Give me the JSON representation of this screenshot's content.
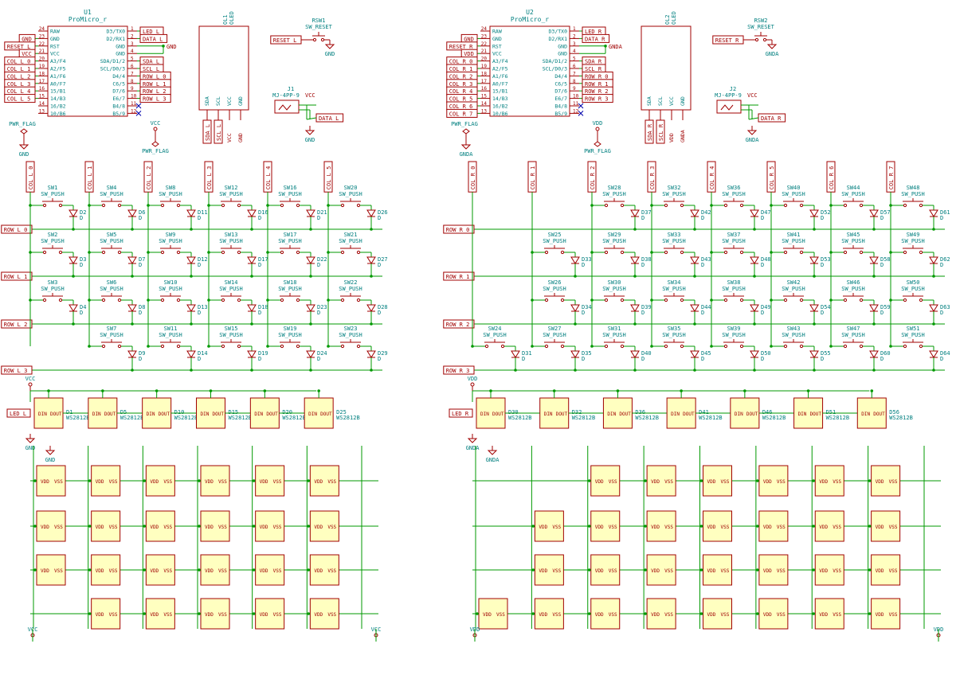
{
  "colors": {
    "wire": "#009900",
    "component": "#a00000",
    "label": "#007f7f",
    "led_fill": "#ffffc0",
    "paper": "#ffffff",
    "power": "#a00000"
  },
  "left": {
    "mcu": {
      "ref": "U1",
      "value": "ProMicro_r",
      "left_pins": [
        {
          "num": "24",
          "name": "RAW"
        },
        {
          "num": "23",
          "name": "GND"
        },
        {
          "num": "22",
          "name": "RST"
        },
        {
          "num": "21",
          "name": "VCC"
        },
        {
          "num": "20",
          "name": "A3/F4"
        },
        {
          "num": "19",
          "name": "A2/F5"
        },
        {
          "num": "18",
          "name": "A1/F6"
        },
        {
          "num": "17",
          "name": "A0/F7"
        },
        {
          "num": "16",
          "name": "15/B1"
        },
        {
          "num": "15",
          "name": "14/B3"
        },
        {
          "num": "14",
          "name": "16/B2"
        },
        {
          "num": "13",
          "name": "10/B6"
        }
      ],
      "right_pins": [
        {
          "num": "1",
          "name": "D3/TX0"
        },
        {
          "num": "2",
          "name": "D2/RX1"
        },
        {
          "num": "3",
          "name": "GND"
        },
        {
          "num": "4",
          "name": "GND"
        },
        {
          "num": "5",
          "name": "SDA/D1/2"
        },
        {
          "num": "6",
          "name": "SCL/D0/3"
        },
        {
          "num": "7",
          "name": "D4/4"
        },
        {
          "num": "8",
          "name": "C6/5"
        },
        {
          "num": "9",
          "name": "D7/6"
        },
        {
          "num": "10",
          "name": "E6/7"
        },
        {
          "num": "11",
          "name": "B4/8"
        },
        {
          "num": "12",
          "name": "B5/9"
        }
      ],
      "left_nets": [
        "",
        "GND",
        "RESET_L",
        "VCC",
        "COL_L_0",
        "COL_L_1",
        "COL_L_2",
        "COL_L_3",
        "COL_L_4",
        "COL_L_5",
        "",
        ""
      ],
      "right_nets": [
        "LED_L",
        "DATA_L",
        "",
        "",
        "SDA_L",
        "SCL_L",
        "ROW_L_0",
        "ROW_L_1",
        "ROW_L_2",
        "ROW_L_3",
        "",
        ""
      ],
      "gnd_label": "GND"
    },
    "oled": {
      "ref": "OL1",
      "value": "OLED",
      "pins": [
        "SDA",
        "SCL",
        "VCC",
        "GND"
      ],
      "nets": [
        "SDA_L",
        "SCL_L",
        "VCC",
        "GND"
      ]
    },
    "reset": {
      "ref": "RSW1",
      "value": "SW_RESET",
      "net": "RESET_L",
      "gnd": "GND"
    },
    "jack": {
      "ref": "J1",
      "value": "MJ-4PP-9",
      "net": "DATA_L",
      "vcc": "VCC",
      "gnd": "GND"
    },
    "flags": {
      "pwr_flag": "PWR_FLAG",
      "gnd": "GND",
      "vcc": "VCC"
    },
    "cols": [
      "COL_L_0",
      "COL_L_1",
      "COL_L_2",
      "COL_L_3",
      "COL_L_4",
      "COL_L_5"
    ],
    "rows": [
      "ROW_L_0",
      "ROW_L_1",
      "ROW_L_2",
      "ROW_L_3"
    ],
    "switches": [
      [
        "SW1",
        "SW4",
        "SW8",
        "SW12",
        "SW16",
        "SW20"
      ],
      [
        "SW2",
        "SW5",
        "SW9",
        "SW13",
        "SW17",
        "SW21"
      ],
      [
        "SW3",
        "SW6",
        "SW10",
        "SW14",
        "SW18",
        "SW22"
      ],
      [
        "",
        "SW7",
        "SW11",
        "SW15",
        "SW19",
        "SW23"
      ]
    ],
    "diodes": [
      [
        "D2",
        "D6",
        "D11",
        "D16",
        "D21",
        "D26"
      ],
      [
        "D3",
        "D7",
        "D12",
        "D17",
        "D22",
        "D27"
      ],
      [
        "D4",
        "D8",
        "D13",
        "D18",
        "D23",
        "D28"
      ],
      [
        "",
        "D9",
        "D14",
        "D19",
        "D24",
        "D29"
      ]
    ],
    "switch_value": "SW_PUSH",
    "diode_value": "D",
    "leds": [
      "D1",
      "D5",
      "D10",
      "D15",
      "D20",
      "D25"
    ],
    "led_value": "WS2812B",
    "led_net": "LED_L",
    "vcc": "VCC",
    "gnd": "GND"
  },
  "right": {
    "mcu": {
      "ref": "U2",
      "value": "ProMicro_r",
      "left_pins": [
        {
          "num": "24",
          "name": "RAW"
        },
        {
          "num": "23",
          "name": "GND"
        },
        {
          "num": "22",
          "name": "RST"
        },
        {
          "num": "21",
          "name": "VCC"
        },
        {
          "num": "20",
          "name": "A3/F4"
        },
        {
          "num": "19",
          "name": "A2/F5"
        },
        {
          "num": "18",
          "name": "A1/F6"
        },
        {
          "num": "17",
          "name": "A0/F7"
        },
        {
          "num": "16",
          "name": "15/B1"
        },
        {
          "num": "15",
          "name": "14/B3"
        },
        {
          "num": "14",
          "name": "16/B2"
        },
        {
          "num": "13",
          "name": "10/B6"
        }
      ],
      "right_pins": [
        {
          "num": "1",
          "name": "D3/TX0"
        },
        {
          "num": "2",
          "name": "D2/RX1"
        },
        {
          "num": "3",
          "name": "GND"
        },
        {
          "num": "4",
          "name": "GND"
        },
        {
          "num": "5",
          "name": "SDA/D1/2"
        },
        {
          "num": "6",
          "name": "SCL/D0/3"
        },
        {
          "num": "7",
          "name": "D4/4"
        },
        {
          "num": "8",
          "name": "C6/5"
        },
        {
          "num": "9",
          "name": "D7/6"
        },
        {
          "num": "10",
          "name": "E6/7"
        },
        {
          "num": "11",
          "name": "B4/8"
        },
        {
          "num": "12",
          "name": "B5/9"
        }
      ],
      "left_nets": [
        "",
        "GND",
        "RESET_R",
        "VDD",
        "COL_R_0",
        "COL_R_1",
        "COL_R_2",
        "COL_R_3",
        "COL_R_4",
        "COL_R_5",
        "COL_R_6",
        "COL_R_7"
      ],
      "right_nets": [
        "LED_R",
        "DATA_R",
        "",
        "",
        "SDA_R",
        "SCL_R",
        "ROW_R_0",
        "ROW_R_1",
        "ROW_R_2",
        "ROW_R_3",
        "",
        ""
      ],
      "gnd_label": "GNDA"
    },
    "oled": {
      "ref": "OL2",
      "value": "OLED",
      "pins": [
        "SDA",
        "SCL",
        "VCC",
        "GND"
      ],
      "nets": [
        "SDA_R",
        "SCL_R",
        "VDD",
        "GNDA"
      ]
    },
    "reset": {
      "ref": "RSW2",
      "value": "SW_RESET",
      "net": "RESET_R",
      "gnd": "GNDA"
    },
    "jack": {
      "ref": "J2",
      "value": "MJ-4PP-9",
      "net": "DATA_R",
      "vcc": "VCC",
      "gnd": "GNDA"
    },
    "flags": {
      "pwr_flag": "PWR_FLAG",
      "gnd": "GNDA",
      "vcc": "VDD"
    },
    "cols": [
      "COL_R_0",
      "COL_R_1",
      "COL_R_2",
      "COL_R_3",
      "COL_R_4",
      "COL_R_5",
      "COL_R_6",
      "COL_R_7"
    ],
    "rows": [
      "ROW_R_0",
      "ROW_R_1",
      "ROW_R_2",
      "ROW_R_3"
    ],
    "switches": [
      [
        "",
        "",
        "SW28",
        "SW32",
        "SW36",
        "SW40",
        "SW44",
        "SW48"
      ],
      [
        "",
        "SW25",
        "SW29",
        "SW33",
        "SW37",
        "SW41",
        "SW45",
        "SW49"
      ],
      [
        "",
        "SW26",
        "SW30",
        "SW34",
        "SW38",
        "SW42",
        "SW46",
        "SW50"
      ],
      [
        "SW24",
        "SW27",
        "SW31",
        "SW35",
        "SW39",
        "SW43",
        "SW47",
        "SW51"
      ]
    ],
    "diodes": [
      [
        "",
        "",
        "D37",
        "D42",
        "D47",
        "D52",
        "D57",
        "D61"
      ],
      [
        "",
        "D33",
        "D38",
        "D43",
        "D48",
        "D53",
        "D58",
        "D62"
      ],
      [
        "",
        "D34",
        "D39",
        "D44",
        "D49",
        "D54",
        "D59",
        "D63"
      ],
      [
        "D31",
        "D35",
        "D40",
        "D45",
        "D50",
        "D55",
        "D60",
        "D64"
      ]
    ],
    "switch_value": "SW_PUSH",
    "diode_value": "D",
    "leds": [
      "D30",
      "D32",
      "D36",
      "D41",
      "D46",
      "D51",
      "D56"
    ],
    "led_value": "WS2812B",
    "led_net": "LED_R",
    "vcc": "VDD",
    "gnd": "GNDA"
  }
}
